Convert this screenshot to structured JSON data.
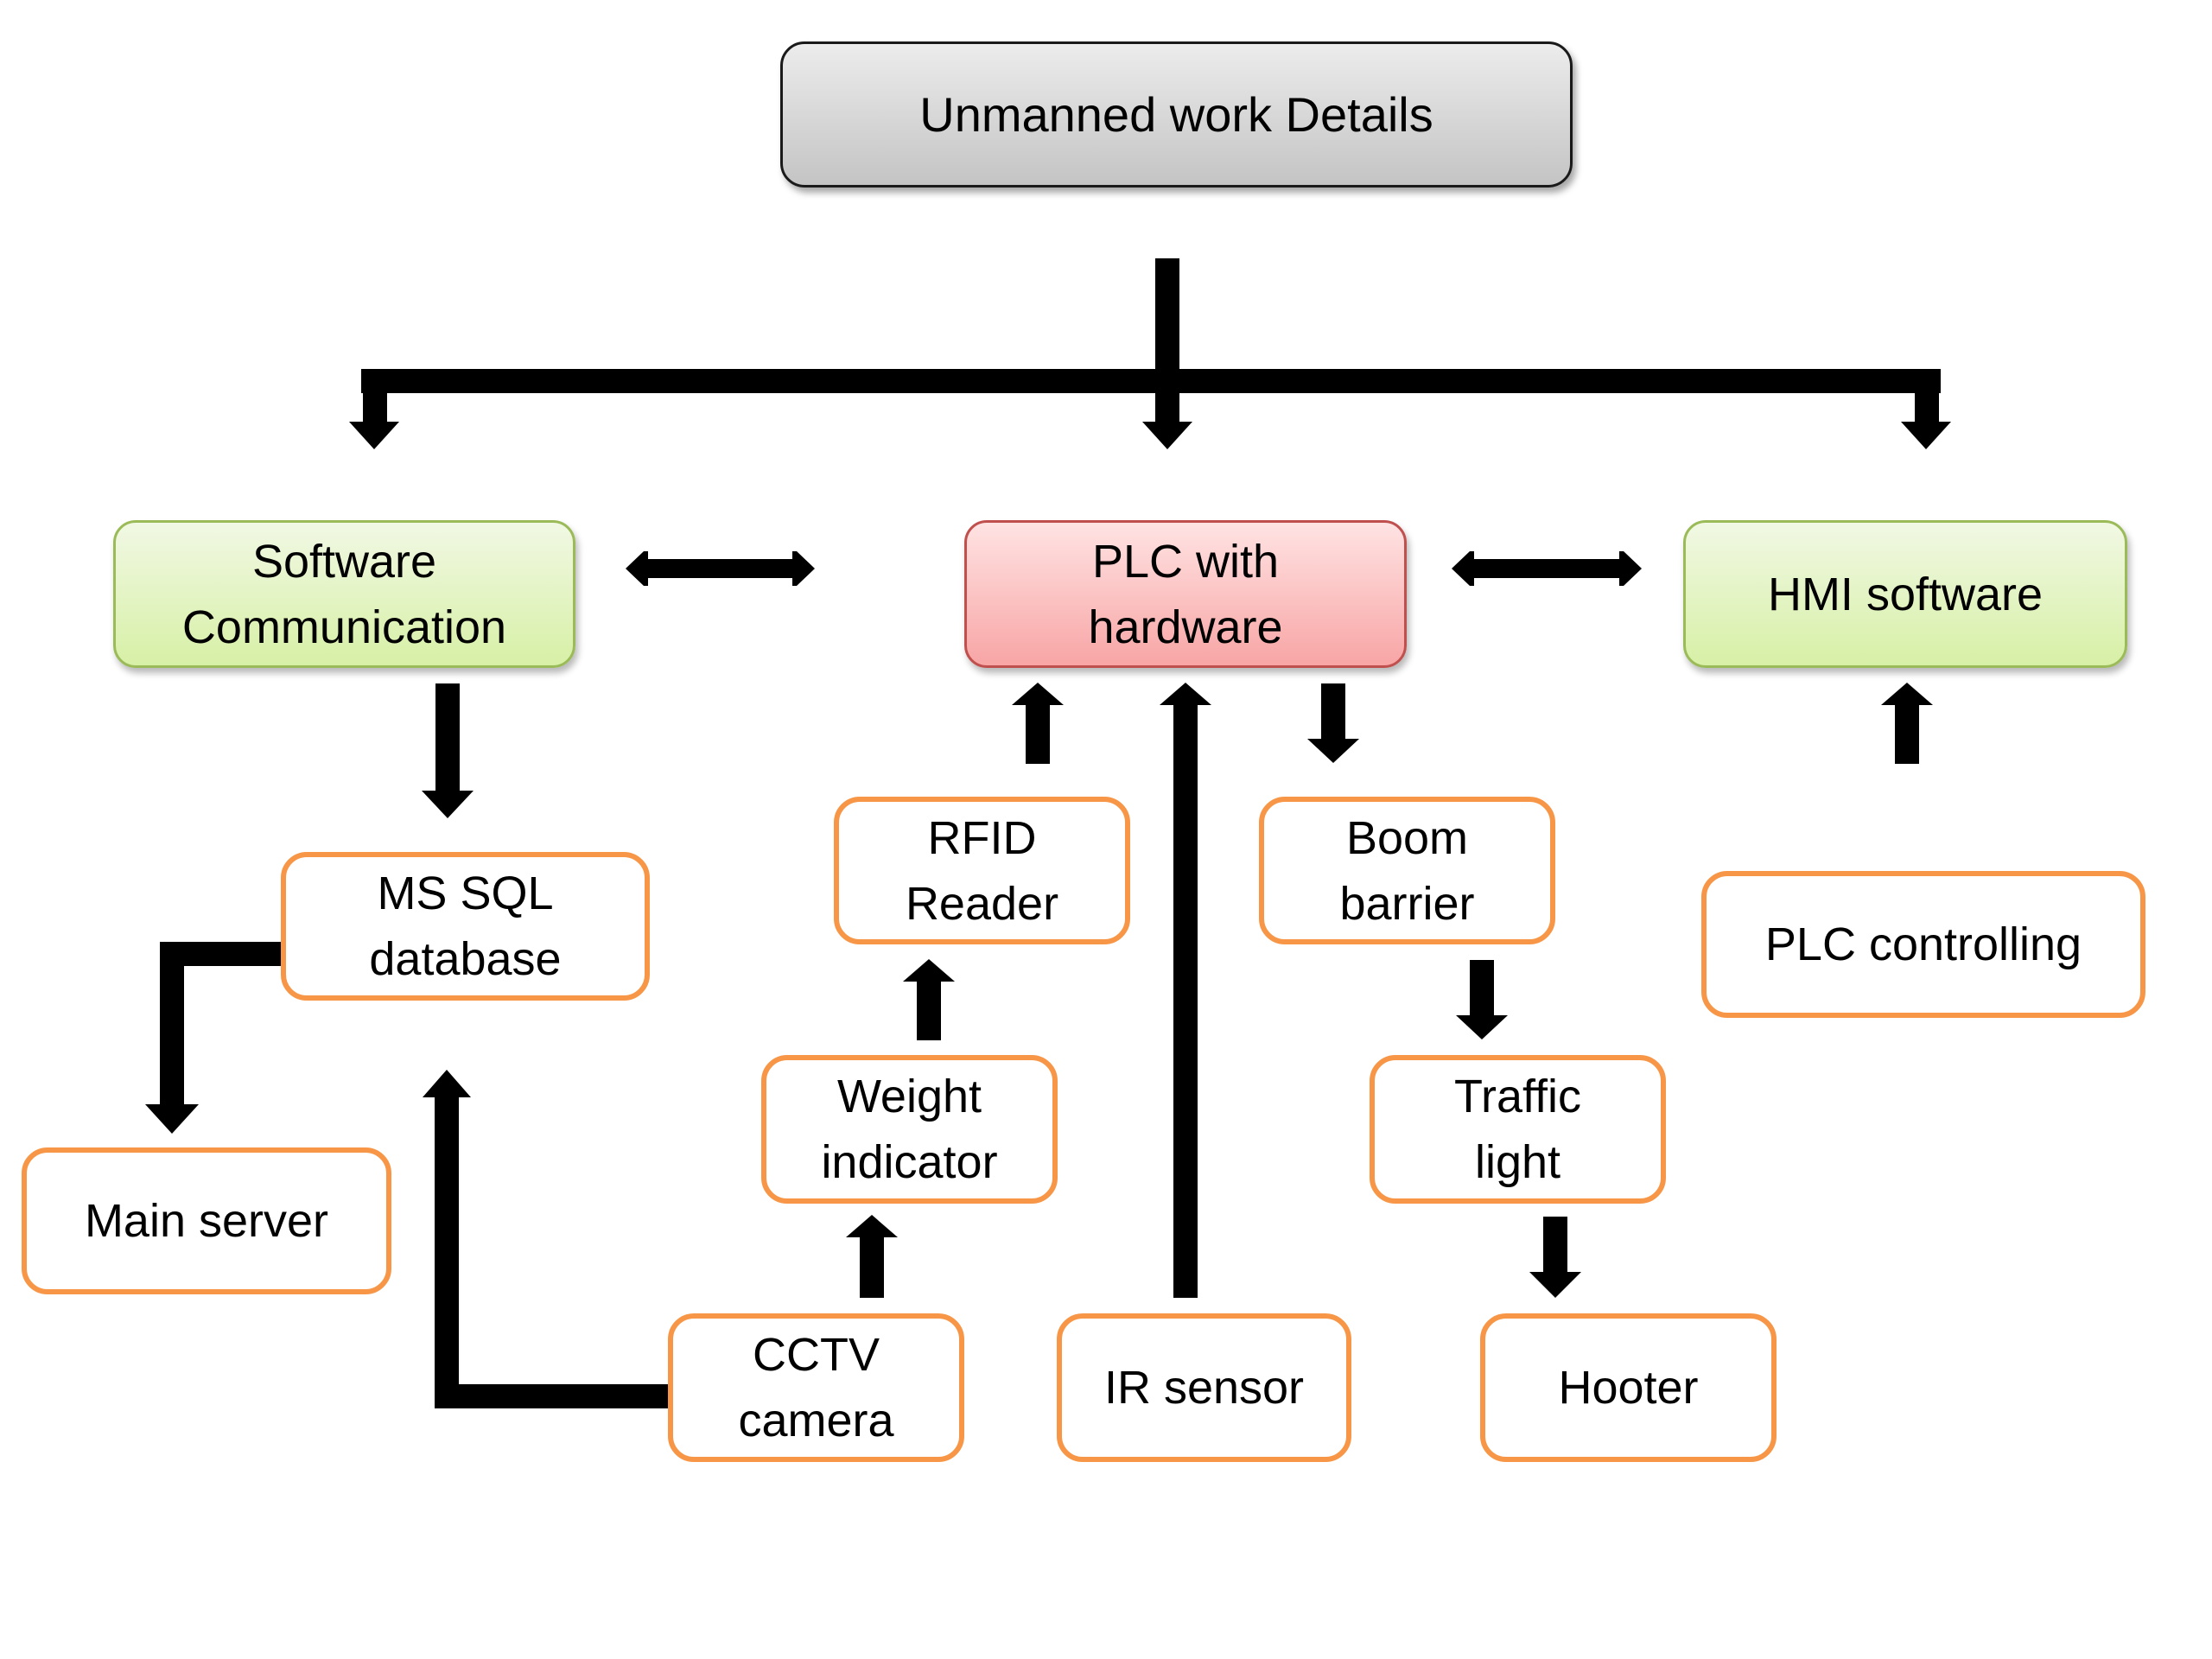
{
  "colors": {
    "arrow": "#000000",
    "box_border_orange": "#F79646",
    "green_box_border": "#9BBB59",
    "red_box_border": "#C0504D",
    "title_box_border": "#1A1A1A"
  },
  "nodes": {
    "title": "Unmanned work Details",
    "software_communication": "Software\nCommunication",
    "plc_with_hardware": "PLC with\nhardware",
    "hmi_software": "HMI software",
    "ms_sql_database": "MS SQL\ndatabase",
    "rfid_reader": "RFID\nReader",
    "boom_barrier": "Boom\nbarrier",
    "plc_controlling": "PLC  controlling",
    "weight_indicator": "Weight\nindicator",
    "traffic_light": "Traffic\nlight",
    "main_server": "Main server",
    "cctv_camera": "CCTV\ncamera",
    "ir_sensor": "IR sensor",
    "hooter": "Hooter"
  },
  "connections": [
    {
      "from": "title",
      "to": "software_communication",
      "type": "arrow"
    },
    {
      "from": "title",
      "to": "plc_with_hardware",
      "type": "arrow"
    },
    {
      "from": "title",
      "to": "hmi_software",
      "type": "arrow"
    },
    {
      "from": "software_communication",
      "to": "plc_with_hardware",
      "type": "bidirectional"
    },
    {
      "from": "plc_with_hardware",
      "to": "hmi_software",
      "type": "bidirectional"
    },
    {
      "from": "software_communication",
      "to": "ms_sql_database",
      "type": "arrow"
    },
    {
      "from": "ms_sql_database",
      "to": "main_server",
      "type": "elbow-arrow"
    },
    {
      "from": "cctv_camera",
      "to": "ms_sql_database",
      "type": "elbow-arrow"
    },
    {
      "from": "cctv_camera",
      "to": "weight_indicator",
      "type": "arrow"
    },
    {
      "from": "weight_indicator",
      "to": "rfid_reader",
      "type": "arrow"
    },
    {
      "from": "rfid_reader",
      "to": "plc_with_hardware",
      "type": "arrow"
    },
    {
      "from": "ir_sensor",
      "to": "plc_with_hardware",
      "type": "arrow"
    },
    {
      "from": "plc_with_hardware",
      "to": "boom_barrier",
      "type": "arrow"
    },
    {
      "from": "boom_barrier",
      "to": "traffic_light",
      "type": "arrow"
    },
    {
      "from": "traffic_light",
      "to": "hooter",
      "type": "arrow"
    },
    {
      "from": "plc_controlling",
      "to": "hmi_software",
      "type": "arrow"
    }
  ]
}
